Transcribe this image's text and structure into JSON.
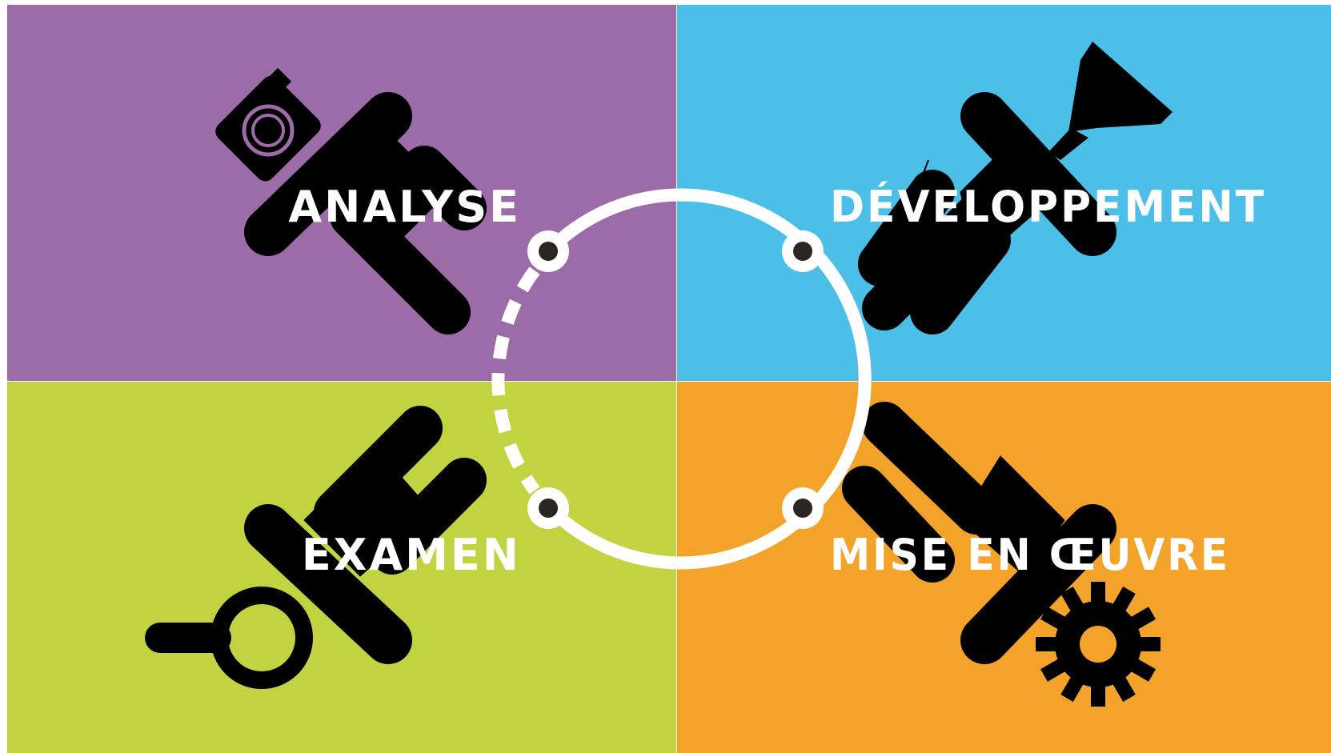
{
  "diagram": {
    "quadrants": [
      {
        "id": "analyse",
        "label": "ANALYSE",
        "color": "#9b6ca8",
        "icon": "camera-icon"
      },
      {
        "id": "developpement",
        "label": "DÉVELOPPEMENT",
        "color": "#4bbfe8",
        "icon": "funnel-icon"
      },
      {
        "id": "examen",
        "label": "EXAMEN",
        "color": "#c2d341",
        "icon": "magnifier-icon"
      },
      {
        "id": "mise-en-oeuvre",
        "label": "MISE EN ŒUVRE",
        "color": "#f4a32a",
        "icon": "gear-icon"
      }
    ],
    "cycle_color": "#ffffff",
    "node_color": "#2a2623",
    "figure_color": "#000000"
  }
}
